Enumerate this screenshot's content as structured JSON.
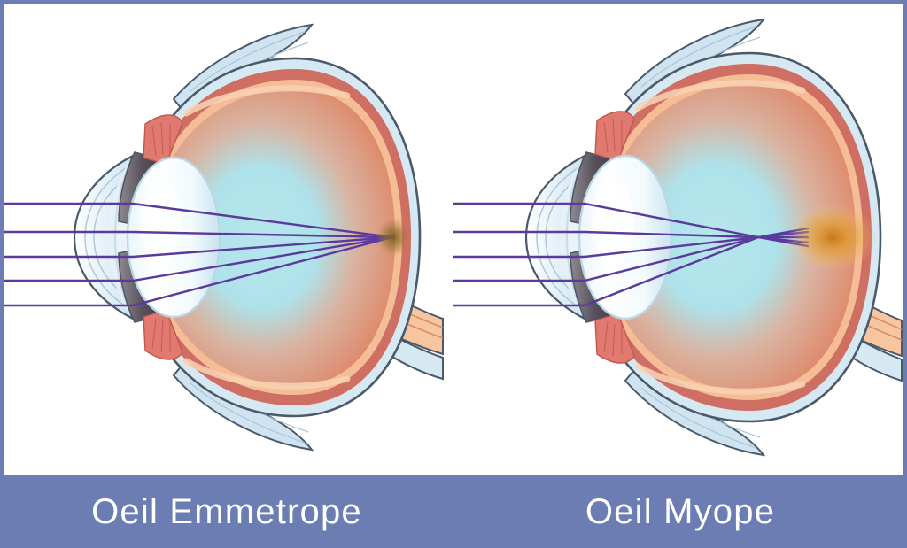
{
  "figure": {
    "kind": "anatomical-illustration",
    "subject": "comparaison optique de l'oeil",
    "panel_count": 2,
    "border_color": "#6B7DB3",
    "background_color": "#FFFFFF"
  },
  "caption_bar": {
    "background_color": "#6B7DB3",
    "text_color": "#FFFFFF",
    "left_label": "Oeil Emmetrope",
    "right_label": "Oeil Myope"
  },
  "palette": {
    "sclera": "#D6E8F2",
    "sclera_outline": "#4A5A6A",
    "choroid_red": "#CF6E63",
    "retina_peach": "#F5BD96",
    "vitreous_center": "#A8E0E8",
    "vitreous_edge": "#E08060",
    "cornea": "#DCEAF4",
    "iris_dark": "#5A5258",
    "ciliary_red": "#E07A70",
    "lens_white": "#FBFDFF",
    "lens_blue": "#CFE6F2",
    "ray_purple": "#5B3A9E",
    "macula_brown": "#8A6A2E",
    "blur_core": "#C4761A",
    "blur_mid": "#E8A83C",
    "muscle_blue": "#CFE4F0",
    "optic_nerve": "#F5BD96"
  },
  "panels": [
    {
      "id": "emmetrope",
      "label": "Oeil Emmetrope",
      "condition": "emmetropie",
      "focus_description": "les rayons convergent exactement sur la retine",
      "focal_point_on_retina": true,
      "blur_spot": false,
      "ray_count": 5,
      "ray_color": "#5B3A9E",
      "focus_marker": "macula-point",
      "parts": [
        "cornee",
        "iris",
        "cristallin",
        "corps ciliaire",
        "zonule",
        "humeur vitree",
        "retine",
        "choroide",
        "sclere",
        "nerf optique",
        "muscle droit"
      ]
    },
    {
      "id": "myope",
      "label": "Oeil Myope",
      "condition": "myopie",
      "focus_description": "les rayons convergent en avant de la retine puis divergent, formant une tache floue",
      "focal_point_on_retina": false,
      "blur_spot": true,
      "ray_count": 5,
      "ray_color": "#5B3A9E",
      "focus_marker": "blur-halo",
      "parts": [
        "cornee",
        "iris",
        "cristallin",
        "corps ciliaire",
        "zonule",
        "humeur vitree",
        "retine",
        "choroide",
        "sclere",
        "nerf optique",
        "muscle droit"
      ]
    }
  ],
  "light_rays": {
    "count": 5,
    "orientation": "parallele a l'axe optique avant la cornee",
    "color": "#5B3A9E",
    "entry_heights": [
      230,
      262,
      290,
      317,
      345
    ]
  }
}
